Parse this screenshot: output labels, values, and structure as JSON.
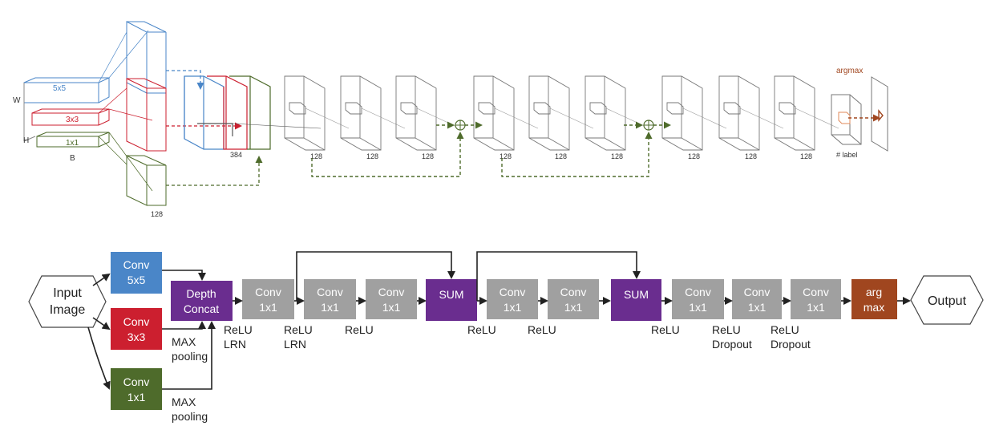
{
  "top": {
    "input_labels": {
      "w": "W",
      "h": "H",
      "b": "B"
    },
    "kernels": [
      "5x5",
      "3x3",
      "1x1"
    ],
    "depths": {
      "branch": "128",
      "concat": "384",
      "blocks": [
        "128",
        "128",
        "128",
        "128",
        "128",
        "128",
        "128",
        "128",
        "128"
      ]
    },
    "argmax": "argmax",
    "label": "# label"
  },
  "bottom": {
    "input": {
      "line1": "Input",
      "line2": "Image"
    },
    "conv5": {
      "line1": "Conv",
      "line2": "5x5"
    },
    "conv3": {
      "line1": "Conv",
      "line2": "3x3"
    },
    "conv1": {
      "line1": "Conv",
      "line2": "1x1"
    },
    "concat": {
      "line1": "Depth",
      "line2": "Concat"
    },
    "chain": [
      {
        "line1": "Conv",
        "line2": "1x1"
      },
      {
        "line1": "Conv",
        "line2": "1x1"
      },
      {
        "line1": "Conv",
        "line2": "1x1"
      },
      {
        "line1": "SUM",
        "line2": ""
      },
      {
        "line1": "Conv",
        "line2": "1x1"
      },
      {
        "line1": "Conv",
        "line2": "1x1"
      },
      {
        "line1": "SUM",
        "line2": ""
      },
      {
        "line1": "Conv",
        "line2": "1x1"
      },
      {
        "line1": "Conv",
        "line2": "1x1"
      },
      {
        "line1": "Conv",
        "line2": "1x1"
      }
    ],
    "argmax": {
      "line1": "arg",
      "line2": "max"
    },
    "output": "Output",
    "notes": {
      "pool1": {
        "line1": "MAX",
        "line2": "pooling"
      },
      "pool2": {
        "line1": "MAX",
        "line2": "pooling"
      },
      "relu_lrn_1": {
        "line1": "ReLU",
        "line2": "LRN"
      },
      "relu_lrn_2": {
        "line1": "ReLU",
        "line2": "LRN"
      },
      "relu_a": "ReLU",
      "relu_b": "ReLU",
      "relu_c": "ReLU",
      "relu_d": "ReLU",
      "relu_drop_1": {
        "line1": "ReLU",
        "line2": "Dropout"
      },
      "relu_drop_2": {
        "line1": "ReLU",
        "line2": "Dropout"
      }
    }
  },
  "colors": {
    "conv5": "#4a86c8",
    "conv3": "#cc1f2f",
    "conv1": "#4e6b2b",
    "purple": "#6a2d8f",
    "gray": "#a0a0a0",
    "argmax": "#a0461f",
    "dashed_green": "#4e6b2b"
  }
}
